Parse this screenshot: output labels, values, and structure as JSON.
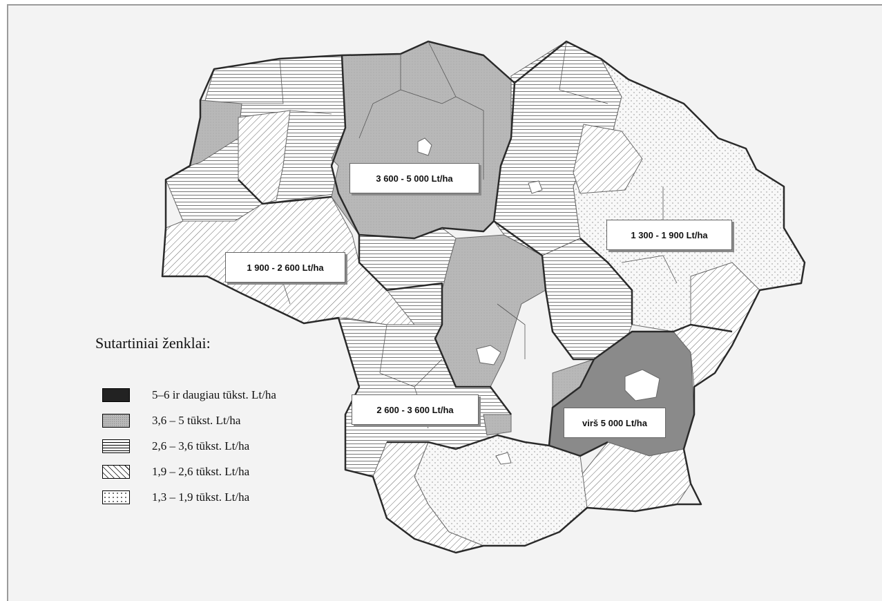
{
  "legend": {
    "title": "Sutartiniai ženklai:",
    "items": [
      {
        "label": "5–6 ir daugiau tūkst. Lt/ha",
        "pattern": "solid-dark",
        "color": "#222222"
      },
      {
        "label": "3,6 – 5 tūkst. Lt/ha",
        "pattern": "dotted-gray",
        "color": "#b8b8b8"
      },
      {
        "label": "2,6 – 3,6 tūkst. Lt/ha",
        "pattern": "horizontal-lines",
        "color": "#ffffff"
      },
      {
        "label": "1,9 – 2,6 tūkst. Lt/ha",
        "pattern": "diagonal-lines",
        "color": "#ffffff"
      },
      {
        "label": "1,3 – 1,9 tūkst. Lt/ha",
        "pattern": "sparse-dots",
        "color": "#ffffff"
      }
    ]
  },
  "region_labels": {
    "north": "3 600 - 5 000 Lt/ha",
    "east": "1 300 - 1 900 Lt/ha",
    "west": "1 900 - 2 600 Lt/ha",
    "south": "2 600 - 3 600 Lt/ha",
    "vilnius": "virš 5 000 Lt/ha"
  },
  "colors": {
    "background": "#f3f3f3",
    "gray_fill": "#b8b8b8",
    "dark_fill": "#8a8a8a",
    "border": "#333333"
  }
}
